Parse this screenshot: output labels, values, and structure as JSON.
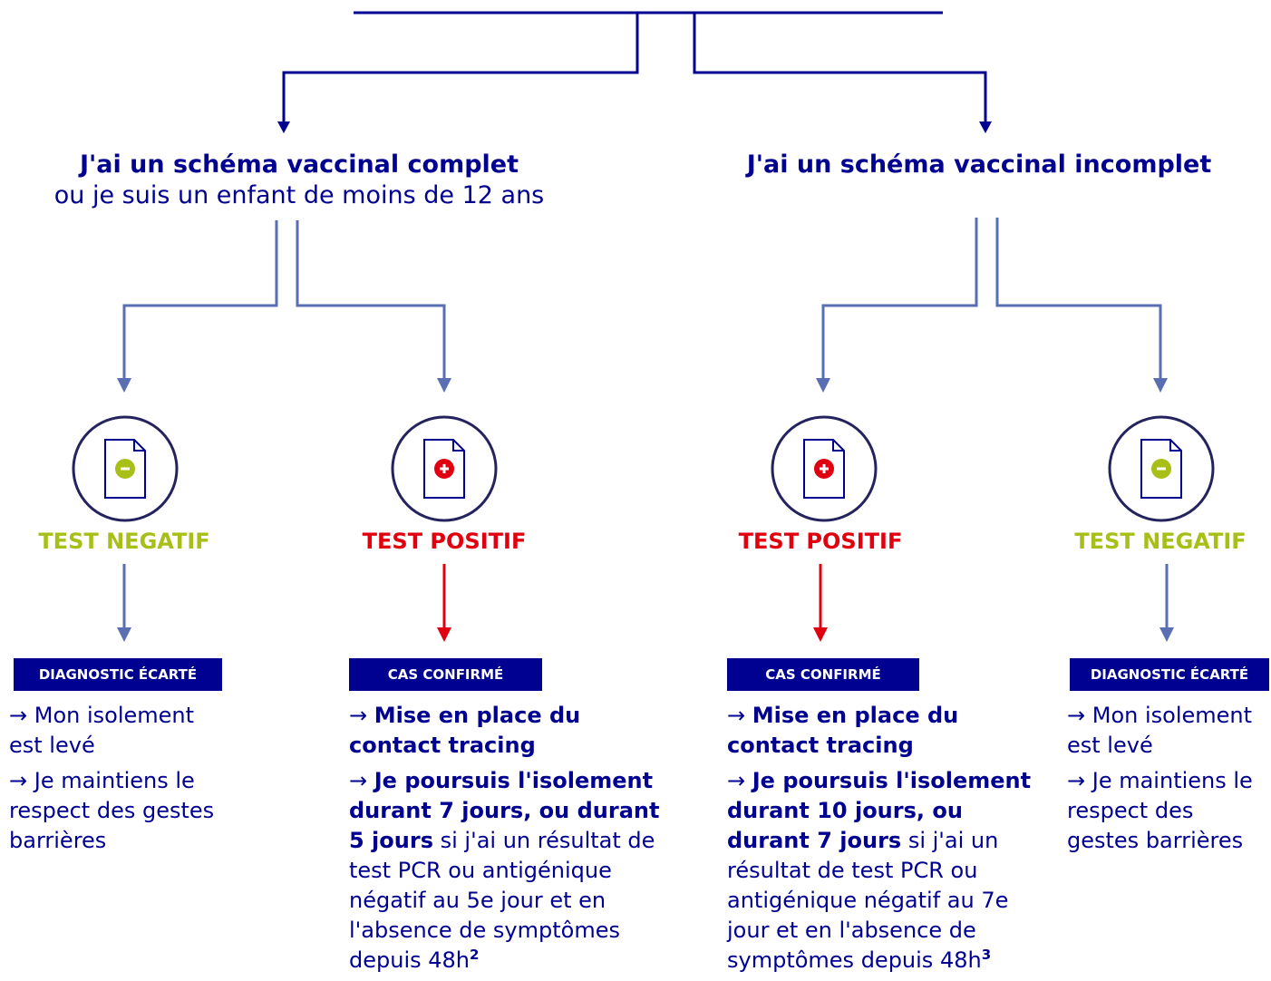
{
  "colors": {
    "navy": "#000091",
    "connector_blue": "#5a6eb4",
    "negative_green": "#a7bf16",
    "positive_red": "#e1000f"
  },
  "branches": [
    {
      "title_bold": "J'ai un schéma vaccinal complet",
      "title_normal": "ou je suis un enfant de moins de 12 ans",
      "outcomes": [
        {
          "icon": "negative-test-document-icon",
          "symbol": "−",
          "result": "TEST NEGATIF",
          "badge": "DIAGNOSTIC ÉCARTÉ",
          "actions": [
            {
              "arrow": "→",
              "bold": "",
              "text": "Mon isolement est levé",
              "sup": ""
            },
            {
              "arrow": "→",
              "bold": "",
              "text": "Je maintiens le respect des gestes barrières",
              "sup": ""
            }
          ]
        },
        {
          "icon": "positive-test-document-icon",
          "symbol": "+",
          "result": "TEST POSITIF",
          "badge": "CAS CONFIRMÉ",
          "actions": [
            {
              "arrow": "→",
              "bold": "Mise en place du contact tracing",
              "text": "",
              "sup": ""
            },
            {
              "arrow": "→",
              "bold": "Je poursuis l'isolement durant 7 jours, ou durant 5 jours",
              "text": "si j'ai un résultat de test PCR ou antigénique négatif au 5e jour et en l'absence de symptômes depuis 48h",
              "sup": "2"
            }
          ]
        }
      ]
    },
    {
      "title_bold": "J'ai un schéma vaccinal incomplet",
      "title_normal": "",
      "outcomes": [
        {
          "icon": "positive-test-document-icon",
          "symbol": "+",
          "result": "TEST POSITIF",
          "badge": "CAS CONFIRMÉ",
          "actions": [
            {
              "arrow": "→",
              "bold": "Mise en place du contact tracing",
              "text": "",
              "sup": ""
            },
            {
              "arrow": "→",
              "bold": "Je poursuis l'isolement durant 10 jours, ou durant 7 jours",
              "text": "si j'ai un résultat de test PCR ou antigénique négatif au 7e jour et en l'absence de symptômes depuis 48h",
              "sup": "3"
            }
          ]
        },
        {
          "icon": "negative-test-document-icon",
          "symbol": "−",
          "result": "TEST NEGATIF",
          "badge": "DIAGNOSTIC ÉCARTÉ",
          "actions": [
            {
              "arrow": "→",
              "bold": "",
              "text": "Mon isolement est levé",
              "sup": ""
            },
            {
              "arrow": "→",
              "bold": "",
              "text": "Je maintiens le respect des gestes barrières",
              "sup": ""
            }
          ]
        }
      ]
    }
  ]
}
